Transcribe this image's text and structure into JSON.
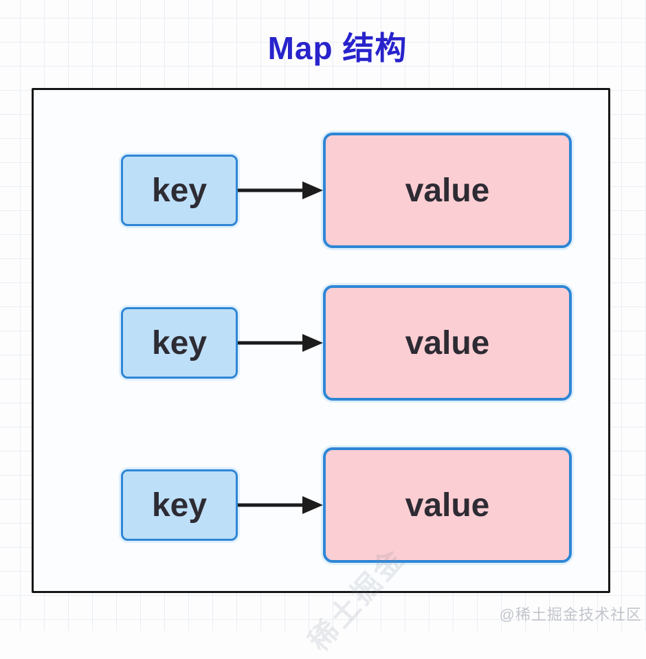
{
  "title": "Map 结构",
  "rows": [
    {
      "key": "key",
      "value": "value"
    },
    {
      "key": "key",
      "value": "value"
    },
    {
      "key": "key",
      "value": "value"
    }
  ],
  "watermark": "@稀土掘金技术社区",
  "diagonal_watermark": "稀土掘金",
  "colors": {
    "title_text": "#2823cb",
    "key_fill": "#bedff8",
    "value_fill": "#fbced3",
    "box_border": "#2e86d5",
    "outer_border": "#161616",
    "arrow": "#1c1c1c",
    "label_text": "#2d2b33",
    "watermark_text": "#c2c5cb"
  }
}
